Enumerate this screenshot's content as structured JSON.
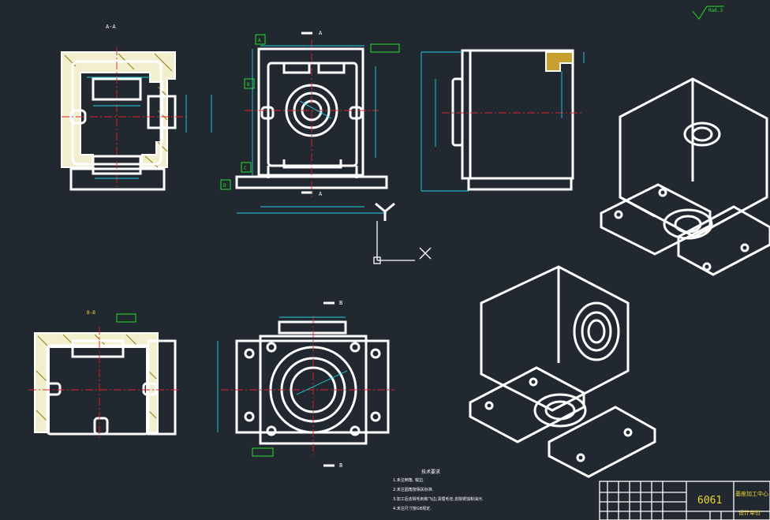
{
  "views": {
    "section_aa": "A-A",
    "section_bb": "B-B",
    "view_arrow_a": "A",
    "view_arrow_b": "B"
  },
  "datums": [
    "A",
    "B",
    "C",
    "D"
  ],
  "roughness_top": "Ra6.3",
  "notes": {
    "title": "技术要求",
    "lines": [
      "1.未注倒角, 锐边.",
      "2.未注圆角按相关标准.",
      "3.加工后去除毛刺和飞边,清理毛坯,去除锈蚀和油污.",
      "4.未注尺寸按GB规定."
    ]
  },
  "title_block": {
    "material": "6061",
    "part_name": "基座加工中心",
    "unit": "设计单位"
  }
}
